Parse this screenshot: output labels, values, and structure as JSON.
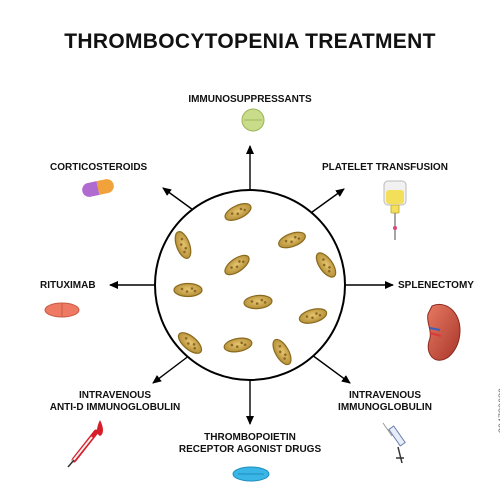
{
  "title": "THROMBOCYTOPENIA TREATMENT",
  "treatments": {
    "immunosuppressants": "IMMUNOSUPPRESSANTS",
    "corticosteroids": "CORTICOSTEROIDS",
    "platelet_transfusion": "PLATELET TRANSFUSION",
    "rituximab": "RITUXIMAB",
    "splenectomy": "SPLENECTOMY",
    "anti_d_line1": "INTRAVENOUS",
    "anti_d_line2": "ANTI-D IMMUNOGLOBULIN",
    "ivig_line1": "INTRAVENOUS",
    "ivig_line2": "IMMUNOGLOBULIN",
    "tpo_line1": "THROMBOPOIETIN",
    "tpo_line2": "RECEPTOR AGONIST DRUGS"
  },
  "watermark_id": "294789680",
  "colors": {
    "platelet_fill": "#c9a24a",
    "platelet_edge": "#8a6a1e",
    "arrow": "#000000"
  }
}
